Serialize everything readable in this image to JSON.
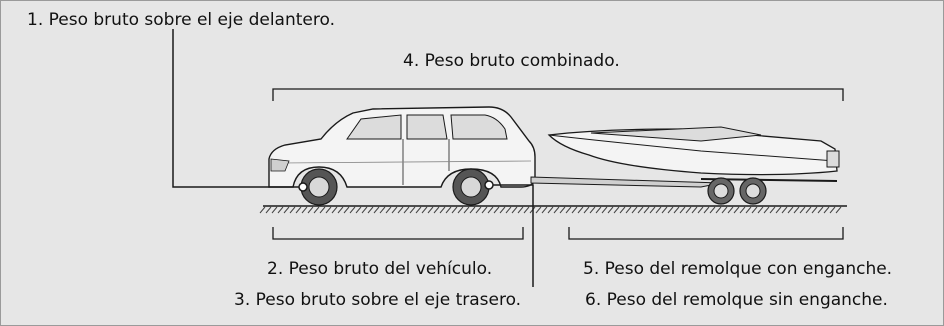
{
  "labels": {
    "front_axle": "1. Peso bruto sobre el eje delantero.",
    "vehicle": "2. Peso bruto del vehículo.",
    "rear_axle": "3. Peso bruto sobre el eje trasero.",
    "combined": "4. Peso bruto combinado.",
    "trailer_with_hitch": "5. Peso del remolque con enganche.",
    "trailer_without_hitch": "6. Peso del remolque sin enganche."
  },
  "colors": {
    "background": "#e6e6e6",
    "line": "#1a1a1a",
    "vehicle_fill": "#f4f4f4",
    "shadow": "#cfcfcf"
  },
  "icons": [
    "suv-illustration",
    "boat-trailer-illustration",
    "ground-hatch",
    "marker-dot"
  ]
}
